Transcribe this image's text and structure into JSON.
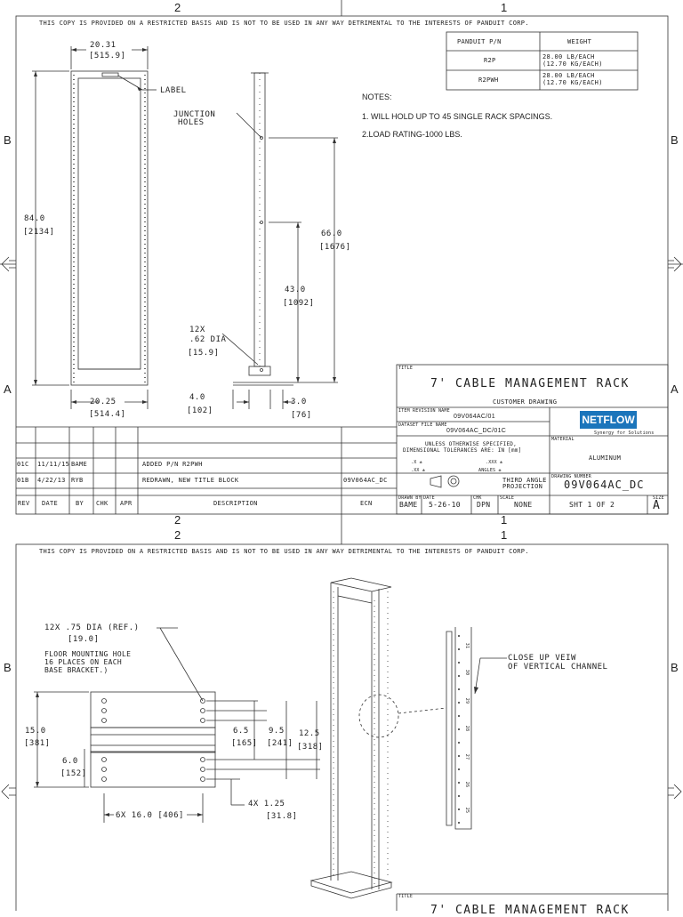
{
  "sheet1": {
    "zones_top": [
      "2",
      "1"
    ],
    "zones_side": [
      "B",
      "A"
    ],
    "disclaimer": "THIS COPY IS PROVIDED ON A RESTRICTED BASIS AND IS NOT TO BE USED IN ANY WAY DETRIMENTAL TO THE INTERESTS OF PANDUIT CORP.",
    "part_table": {
      "headers": [
        "PANDUIT P/N",
        "WEIGHT"
      ],
      "rows": [
        [
          "R2P",
          "28.00 LB/EACH",
          "(12.70 KG/EACH)"
        ],
        [
          "R2PWH",
          "28.00 LB/EACH",
          "(12.70 KG/EACH)"
        ]
      ]
    },
    "notes_title": "NOTES:",
    "notes": [
      "1. WILL HOLD UP TO 45 SINGLE RACK SPACINGS.",
      "2.LOAD RATING-1000 LBS."
    ],
    "dims": {
      "top_width": "20.31",
      "top_width_mm": "[515.9]",
      "label": "LABEL",
      "height": "84.0",
      "height_mm": "[2134]",
      "bottom_width": "20.25",
      "bottom_width_mm": "[514.4]",
      "junction_holes": [
        "JUNCTION",
        "HOLES"
      ],
      "overall_height": "66.0",
      "overall_height_mm": "[1676]",
      "mid_height": "43.0",
      "mid_height_mm": "[1092]",
      "holes_qty": "12X",
      "holes_dia": ".62 DIA",
      "holes_dia_mm": "[15.9]",
      "base_depth": "4.0",
      "base_depth_mm": "[102]",
      "base_offset": "3.0",
      "base_offset_mm": "[76]"
    },
    "revisions": [
      {
        "rev": "01C",
        "date": "11/11/15",
        "by": "BAME",
        "chk": "",
        "apr": "",
        "desc": "ADDED P/N R2PWH",
        "ecn": ""
      },
      {
        "rev": "01B",
        "date": "4/22/13",
        "by": "RYB",
        "chk": "",
        "apr": "",
        "desc": "REDRAWN, NEW TITLE BLOCK",
        "ecn": "09V064AC_DC"
      }
    ],
    "rev_headers": [
      "REV",
      "DATE",
      "BY",
      "CHK",
      "APR",
      "DESCRIPTION",
      "ECN"
    ],
    "title_block": {
      "title_label": "TITLE",
      "title": "7' CABLE MANAGEMENT RACK",
      "subtitle": "CUSTOMER DRAWING",
      "item_rev_label": "ITEM REVISION NAME",
      "item_rev": "09V064AC/01",
      "dataset_label": "DATASET FILE NAME",
      "dataset": "09V064AC_DC/01C",
      "company": "NETFLOW",
      "company_tagline": "Synergy for Solutions",
      "tolerance_line1": "UNLESS OTHERWISE SPECIFIED,",
      "tolerance_line2": "DIMENSIONAL TOLERANCES ARE: IN [mm]",
      "tol_x": ".X ±",
      "tol_xx": ".XX ±",
      "tol_xxx": ".XXX ±",
      "tol_angles": "ANGLES ±",
      "projection": [
        "THIRD ANGLE",
        "PROJECTION"
      ],
      "material_label": "MATERIAL",
      "material": "ALUMINUM",
      "drawing_number_label": "DRAWING NUMBER",
      "drawing_number": "09V064AC_DC",
      "drawn_by_label": "DRAWN BY",
      "drawn_by": "BAME",
      "date_label": "DATE",
      "date": "5-26-10",
      "chk_label": "CHK",
      "chk": "DPN",
      "scale_label": "SCALE",
      "scale": "NONE",
      "sheet": "SHT 1 OF 2",
      "size_label": "SIZE",
      "size": "A"
    }
  },
  "sheet2": {
    "zones_top": [
      "2",
      "1"
    ],
    "zones_side": [
      "B"
    ],
    "disclaimer": "THIS COPY IS PROVIDED ON A RESTRICTED BASIS AND IS NOT TO BE USED IN ANY WAY DETRIMENTAL TO THE INTERESTS OF PANDUIT CORP.",
    "callouts": {
      "hole_qty": "12X .75 DIA (REF.)",
      "hole_mm": "[19.0]",
      "floor_note": [
        "FLOOR MOUNTING HOLE",
        "16 PLACES ON EACH",
        "BASE BRACKET.)"
      ],
      "d_15": "15.0",
      "d_15_mm": "[381]",
      "d_6": "6.0",
      "d_6_mm": "[152]",
      "d_65": "6.5",
      "d_65_mm": "[165]",
      "d_95": "9.5",
      "d_95_mm": "[241]",
      "d_125": "12.5",
      "d_125_mm": "[318]",
      "d_4x": "4X 1.25",
      "d_4x_mm": "[31.8]",
      "d_6x": "6X 16.0 [406]",
      "closeup": [
        "CLOSE UP VEIW",
        "OF VERTICAL CHANNEL"
      ],
      "channel_numbers": [
        "31",
        "30",
        "29",
        "28",
        "27",
        "26",
        "25"
      ]
    },
    "title_partial": "7' CABLE MANAGEMENT RACK",
    "title_label": "TITLE"
  }
}
